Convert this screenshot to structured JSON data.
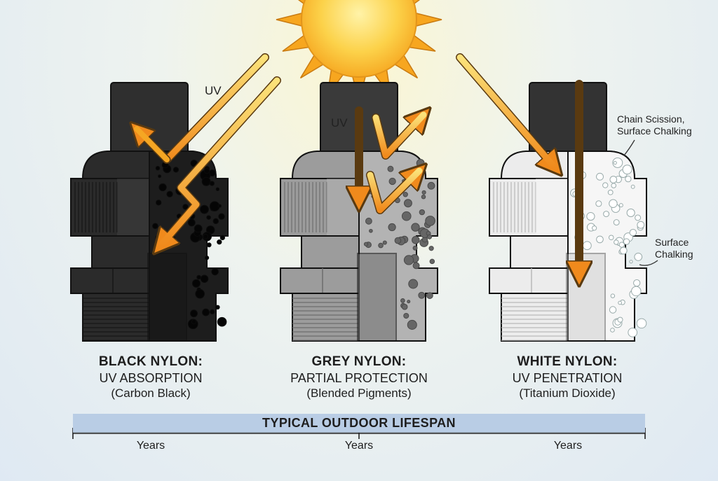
{
  "uv_label": "UV",
  "fittings": [
    {
      "name": "BLACK NYLON:",
      "mechanism": "UV ABSORPTION",
      "source": "(Carbon Black)"
    },
    {
      "name": "GREY NYLON:",
      "mechanism": "PARTIAL PROTECTION",
      "source": "(Blended Pigments)"
    },
    {
      "name": "WHITE NYLON:",
      "mechanism": "UV PENETRATION",
      "source": "(Titanium Dioxide)"
    }
  ],
  "callouts": {
    "chain_scission": "Chain Scission,",
    "surface_chalking_top": "Surface Chalking",
    "surface_chalking_side_1": "Surface",
    "surface_chalking_side_2": "Chalking"
  },
  "lifespan": {
    "title": "TYPICAL OUTDOOR LIFESPAN",
    "ticks": [
      "Years",
      "Years",
      "Years"
    ]
  },
  "colors": {
    "sun": "#f7b924",
    "ray": "#f5a623",
    "black_nylon": "#2b2b2b",
    "grey_nylon": "#9c9c9c",
    "white_nylon": "#ececec",
    "bar": "#b9cde5"
  }
}
